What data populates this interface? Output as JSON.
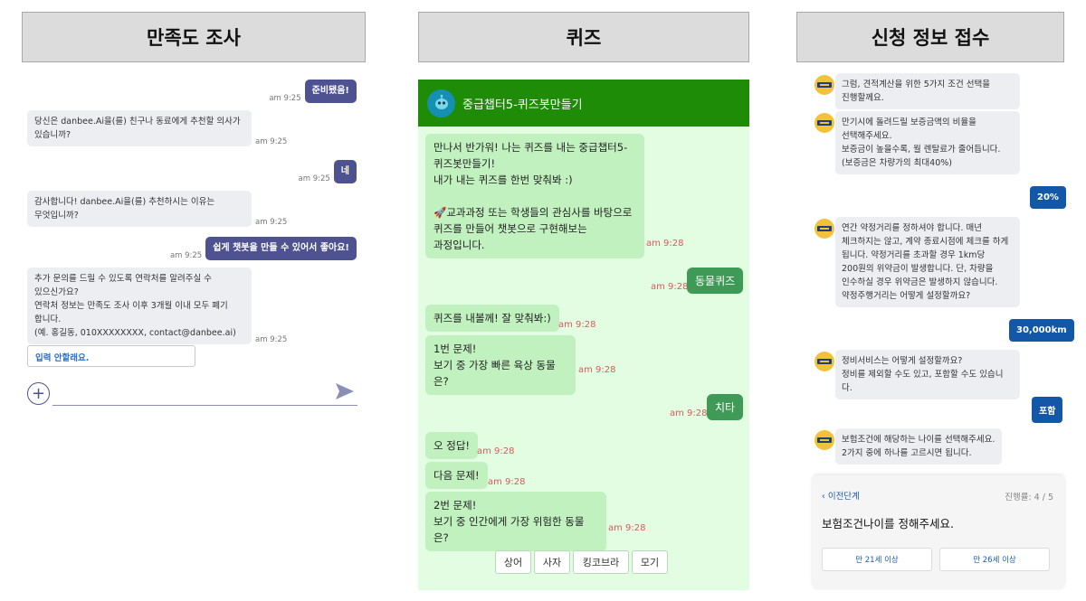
{
  "panels": {
    "survey_title": "만족도 조사",
    "quiz_title": "퀴즈",
    "application_title": "신청 정보 접수"
  },
  "survey": {
    "messages": [
      {
        "from": "user",
        "text": "준비됐음!",
        "time": "am 9:25"
      },
      {
        "from": "bot",
        "lines": [
          "당신은 danbee.Ai을(를) 친구나 동료에게 추천할 의사가",
          "있습니까?"
        ],
        "time": "am 9:25"
      },
      {
        "from": "user",
        "text": "네",
        "time": "am 9:25"
      },
      {
        "from": "bot",
        "lines": [
          "감사합니다! danbee.Ai을(를) 추천하시는 이유는",
          "무엇입니까?"
        ],
        "time": "am 9:25"
      },
      {
        "from": "user",
        "text": "쉽게 챗봇을 만들 수 있어서 좋아요!",
        "time": "am 9:25"
      },
      {
        "from": "bot",
        "lines": [
          "추가 문의를 드릴 수 있도록 연락처를 알려주실 수",
          "있으신가요?",
          "연락처 정보는 만족도 조사 이후 3개월 이내 모두 폐기",
          "합니다.",
          "(예. 홍길동, 010XXXXXXXX, contact@danbee.ai)"
        ],
        "time": "am 9:25"
      }
    ],
    "quick_reply": "입력 안할래요.",
    "colors": {
      "user_bubble": "#4e5290",
      "bot_bubble": "#eceef2"
    }
  },
  "quiz": {
    "header_title": "중급챕터5-퀴즈봇만들기",
    "intro_lines": [
      "만나서 반가워! 나는 퀴즈를 내는 중급챕터5-",
      "퀴즈봇만들기!",
      "내가 내는 퀴즈를 한번 맞춰봐 :)",
      "",
      "🚀교과과정 또는 학생들의 관심사를 바탕으로",
      "퀴즈를 만들어 챗봇으로 구현해보는",
      "과정입니다."
    ],
    "intro_time": "am 9:28",
    "user1": "동물퀴즈",
    "user1_time": "am 9:28",
    "bot2": "퀴즈를 내볼께! 잘 맞춰봐:)",
    "bot2_time": "am 9:28",
    "q1_lines": [
      "1번 문제!",
      "보기 중 가장 빠른 육상 동물은?"
    ],
    "q1_time": "am 9:28",
    "user2": "치타",
    "user2_time": "am 9:28",
    "correct": "오 정답!",
    "correct_time": "am 9:28",
    "next": "다음 문제!",
    "next_time": "am 9:28",
    "q2_lines": [
      "2번 문제!",
      "보기 중 인간에게 가장 위험한 동물은?"
    ],
    "q2_time": "am 9:28",
    "choices": [
      "상어",
      "사자",
      "킹코브라",
      "모기"
    ],
    "colors": {
      "header": "#1e8c06",
      "background": "#e2fde2",
      "bot_bubble": "#c0f1bf",
      "user_bubble": "#3e9a56",
      "time": "#e0575b"
    }
  },
  "application": {
    "m1": [
      "그럼, 견적계산을 위한 5가지 조건 선택을",
      "진행할께요."
    ],
    "m2": [
      "만기시에 돌려드릴 보증금액의 비율을",
      "선택해주세요.",
      "보증금이 높을수록, 월 렌탈료가 줄어듭니다.",
      "(보증금은 차량가의 최대40%)"
    ],
    "a1": "20%",
    "m3": [
      "연간 약정거리를 정하셔야 합니다. 매년",
      "체크하지는 않고, 계약 종료시점에 체크를 하게",
      "됩니다. 약정거리를 초과할 경우 1km당",
      "200원의 위약금이 발생합니다. 단, 차량을",
      "인수하실 경우 위약금은 발생하지 않습니다.",
      "약정주행거리는 어떻게 설정할까요?"
    ],
    "a2": "30,000km",
    "m4": [
      "정비서비스는 어떻게 설정할까요?",
      "정비를 제외할 수도 있고, 포함할 수도 있습니다."
    ],
    "a3": "포함",
    "m5": [
      "보험조건에 해당하는 나이를 선택해주세요.",
      "2가지 중에 하나를 고르시면 됩니다."
    ],
    "card": {
      "back": "이전단계",
      "progress": "진행률: 4 / 5",
      "question": "보험조건나이를 정해주세요.",
      "options": [
        "만 21세 이상",
        "만 26세 이상"
      ]
    },
    "colors": {
      "user_bubble": "#1357a8",
      "logo": "#f2c23b",
      "link": "#1d5aa8"
    }
  }
}
